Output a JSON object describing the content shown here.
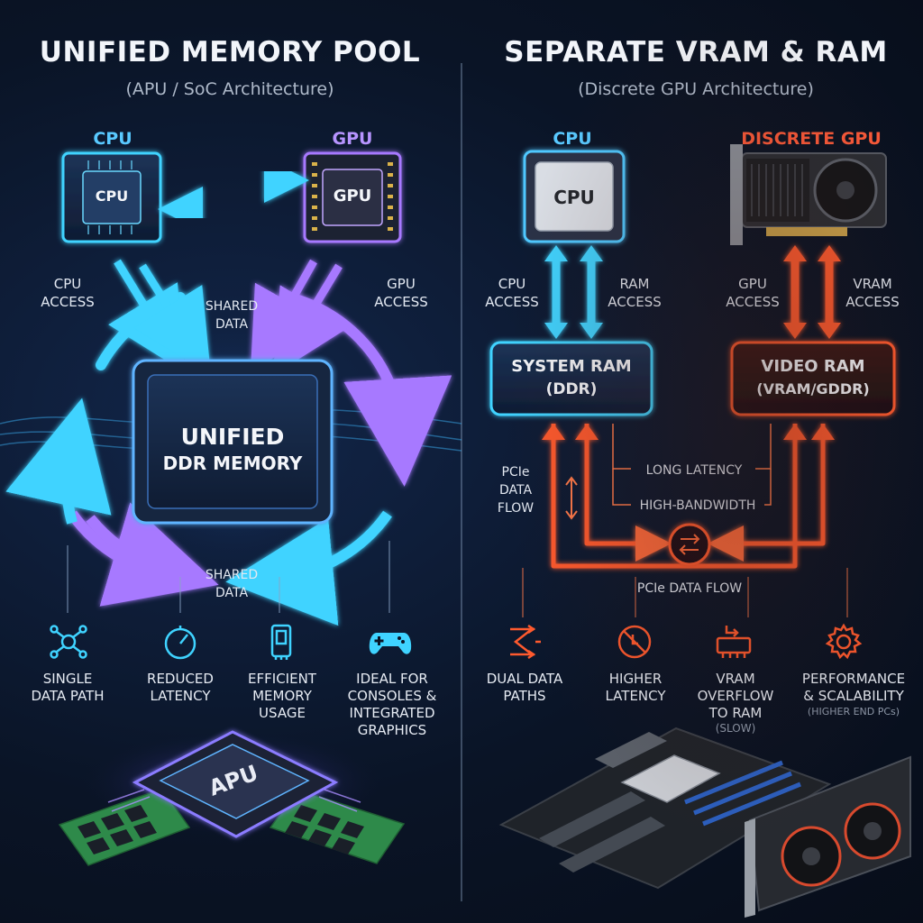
{
  "left": {
    "title": "UNIFIED MEMORY POOL",
    "subtitle": "(APU / SoC Architecture)",
    "cpu_header": "CPU",
    "gpu_header": "GPU",
    "cpu_chip_label": "CPU",
    "gpu_chip_label": "GPU",
    "cpu_access": "CPU\nACCESS",
    "gpu_access": "GPU\nACCESS",
    "shared_data_top": "SHARED\nDATA",
    "shared_data_bottom": "SHARED\nDATA",
    "memory_line1": "UNIFIED",
    "memory_line2": "DDR MEMORY",
    "apu_label": "APU",
    "features": [
      {
        "icon": "network-nodes-icon",
        "label": "SINGLE\nDATA PATH"
      },
      {
        "icon": "gauge-icon",
        "label": "REDUCED\nLATENCY"
      },
      {
        "icon": "memory-stick-icon",
        "label": "EFFICIENT\nMEMORY\nUSAGE"
      },
      {
        "icon": "gamepad-icon",
        "label": "IDEAL FOR\nCONSOLES &\nINTEGRATED\nGRAPHICS"
      }
    ]
  },
  "right": {
    "title": "SEPARATE VRAM & RAM",
    "subtitle": "(Discrete GPU Architecture)",
    "cpu_header": "CPU",
    "gpu_header": "DISCRETE GPU",
    "cpu_chip_label": "CPU",
    "cpu_access": "CPU\nACCESS",
    "ram_access": "RAM\nACCESS",
    "gpu_access": "GPU\nACCESS",
    "vram_access": "VRAM\nACCESS",
    "system_ram_line1": "SYSTEM RAM",
    "system_ram_line2": "(DDR)",
    "video_ram_line1": "VIDEO RAM",
    "video_ram_line2": "(VRAM/GDDR)",
    "pcie_flow_left": "PCIe\nDATA\nFLOW",
    "long_latency": "LONG LATENCY",
    "high_bandwidth": "HIGH-BANDWIDTH",
    "pcie_flow_bottom": "PCIe DATA FLOW",
    "features": [
      {
        "icon": "dual-path-icon",
        "label": "DUAL DATA\nPATHS",
        "note": ""
      },
      {
        "icon": "no-entry-icon",
        "label": "HIGHER\nLATENCY",
        "note": ""
      },
      {
        "icon": "overflow-icon",
        "label": "VRAM\nOVERFLOW\nTO RAM",
        "note": "(SLOW)"
      },
      {
        "icon": "gear-icon",
        "label": "PERFORMANCE\n& SCALABILITY",
        "note": "(HIGHER END PCs)"
      }
    ]
  },
  "colors": {
    "cyan": "#3fd3ff",
    "purple": "#a779ff",
    "orange": "#ff5a2e",
    "red_header": "#ff5b3a",
    "blue_header": "#59c9ff"
  }
}
